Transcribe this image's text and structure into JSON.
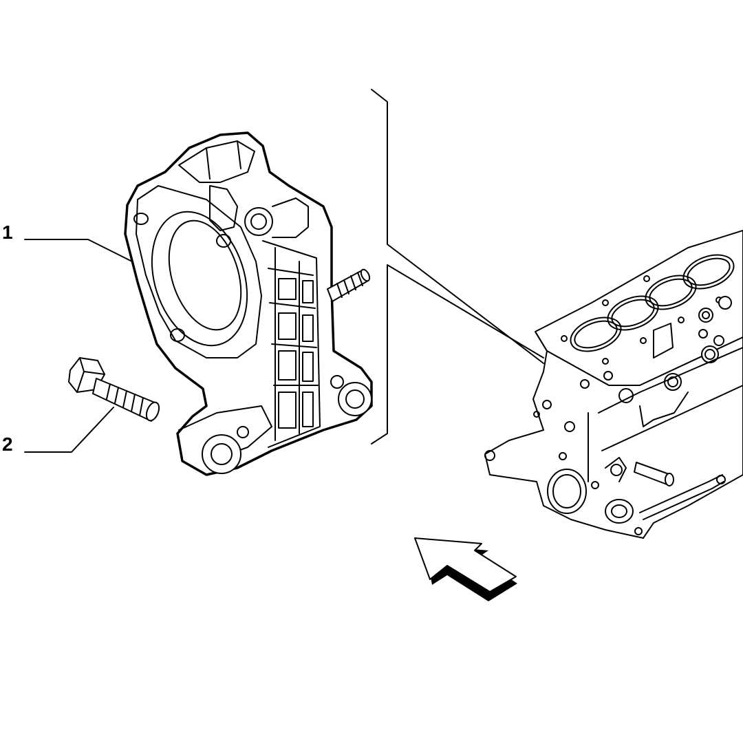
{
  "callouts": [
    {
      "number": "1",
      "part": "bracket"
    },
    {
      "number": "2",
      "part": "bolt"
    }
  ],
  "colors": {
    "line": "#000000",
    "background": "#ffffff"
  }
}
